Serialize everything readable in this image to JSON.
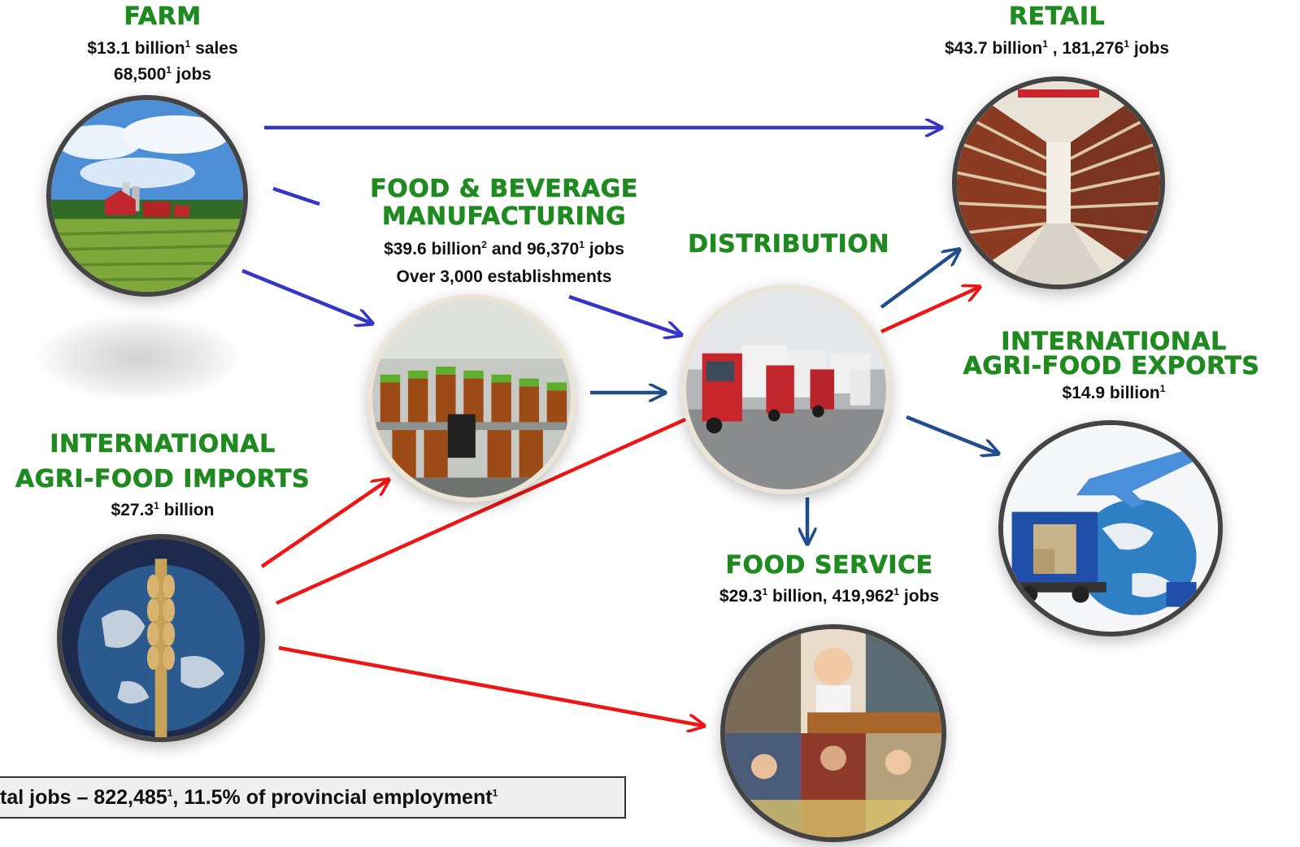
{
  "nodes": {
    "farm": {
      "title": "FARM",
      "line1_a": "$13.1 billion",
      "line1_sup": "1",
      "line1_b": " sales",
      "line2_a": "68,500",
      "line2_sup": "1",
      "line2_b": " jobs"
    },
    "retail": {
      "title": "RETAIL",
      "line1_a": "$43.7 billion",
      "line1_sup1": "1",
      "line1_b": " ,  181,276",
      "line1_sup2": "1",
      "line1_c": " jobs"
    },
    "manufacturing": {
      "title_line1": "FOOD & BEVERAGE",
      "title_line2": "MANUFACTURING",
      "line1_a": "$39.6 billion",
      "line1_sup1": "2",
      "line1_b": " and 96,370",
      "line1_sup2": "1",
      "line1_c": " jobs",
      "line2": "Over 3,000 establishments"
    },
    "distribution": {
      "title": "DISTRIBUTION"
    },
    "exports": {
      "title_line1": "INTERNATIONAL",
      "title_line2": "AGRI-FOOD EXPORTS",
      "line1_a": "$14.9 billion",
      "line1_sup": "1"
    },
    "imports": {
      "title_line1": "INTERNATIONAL",
      "title_line2": "AGRI-FOOD IMPORTS",
      "line1_a": "$27.3",
      "line1_sup": "1",
      "line1_b": " billion"
    },
    "food_service": {
      "title": "FOOD SERVICE",
      "line1_a": "$29.3",
      "line1_sup1": "1",
      "line1_b": " billion, 419,962",
      "line1_sup2": "1",
      "line1_c": " jobs"
    }
  },
  "total": {
    "text_a": "tal jobs – 822,485",
    "sup1": "1",
    "text_b": ", 11.5% of provincial employment",
    "sup2": "1"
  },
  "colors": {
    "heading_green": "#1f8a1f",
    "arrow_blue": "#3434c8",
    "arrow_navy": "#1f4e8c",
    "arrow_red": "#f01414"
  },
  "images": {
    "farm": "farm-landscape-image",
    "retail": "grocery-aisle-image",
    "manufacturing": "bottling-line-image",
    "distribution": "trucks-image",
    "exports": "cargo-globe-image",
    "imports": "earth-wheat-image",
    "food_service": "cafeteria-collage-image"
  }
}
